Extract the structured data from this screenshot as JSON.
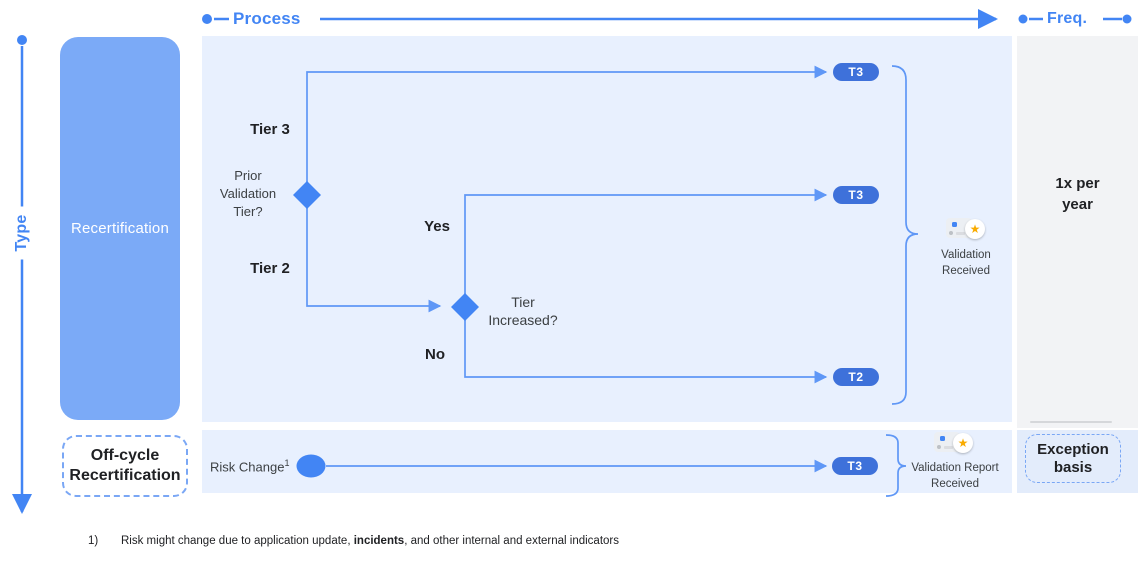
{
  "colors": {
    "axis_blue": "#4285f4",
    "flow_line_blue": "#5f97f6",
    "decision_node_blue": "#4285f4",
    "tier_pill_blue": "#3e71da",
    "category_box_blue": "#7baaf7",
    "process_panel_blue": "#e8f0fe",
    "frequency_column_gray": "#f2f3f5",
    "exception_panel_blue": "#e3ecfb",
    "dashed_border_blue": "#7aa7f5",
    "badge_star_orange": "#f9ab00"
  },
  "icons": {
    "validation_badge_star": "★"
  },
  "header": {
    "process_label": "Process",
    "freq_label": "Freq."
  },
  "type_axis": {
    "label": "Type"
  },
  "main_row": {
    "category_label": "Recertification",
    "decision_prior": "Prior\nValidation\nTier?",
    "tier3_label": "Tier 3",
    "tier2_label": "Tier 2",
    "yes_label": "Yes",
    "no_label": "No",
    "decision_increased": "Tier\nIncreased?",
    "pill_top": "T3",
    "pill_middle": "T3",
    "pill_bottom": "T2",
    "outcome_label": "Validation\nReceived",
    "frequency_label": "1x per\nyear"
  },
  "offcycle_row": {
    "category_label": "Off-cycle\nRecertification",
    "trigger_label": "Risk Change",
    "trigger_footnote_ref": "1",
    "pill": "T3",
    "outcome_label": "Validation Report\nReceived",
    "frequency_label": "Exception\nbasis"
  },
  "footnote": {
    "marker": "1)",
    "text_before": "Risk might change due to application update, ",
    "emphasis": "incidents",
    "text_after": ", and other internal and external indicators"
  }
}
